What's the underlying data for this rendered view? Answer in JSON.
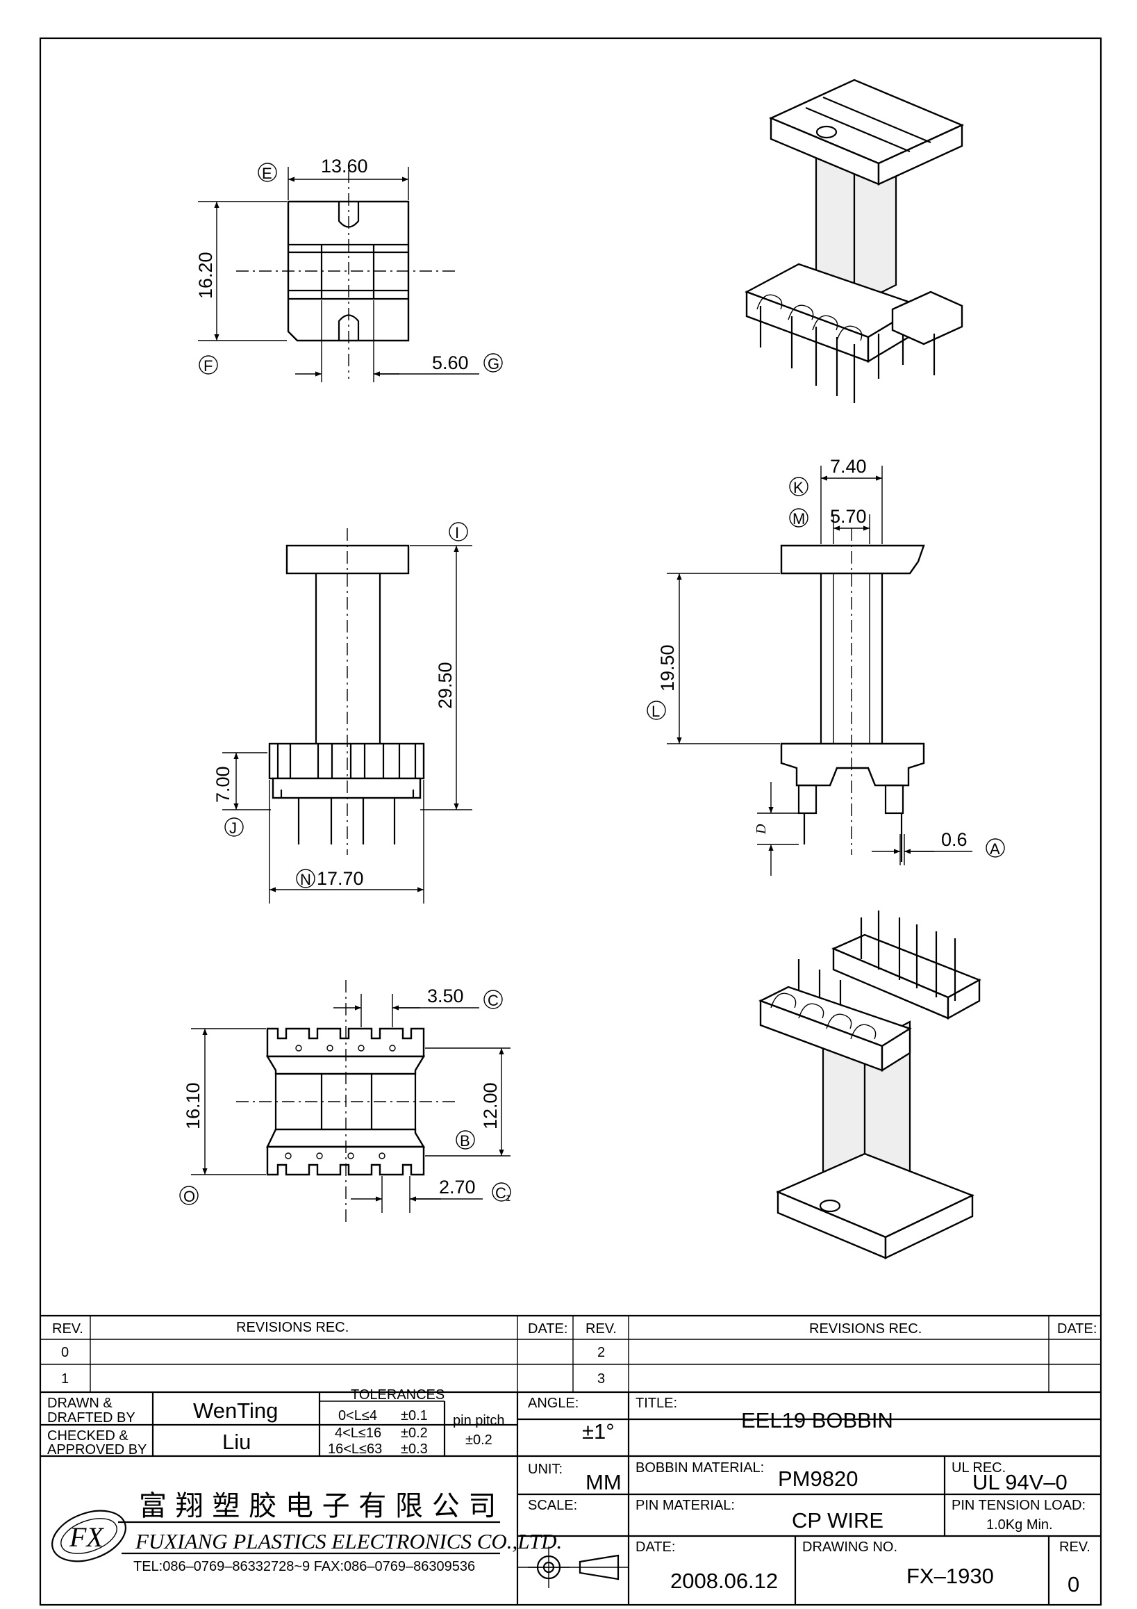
{
  "views": {
    "top": {
      "e_dim": "13.60",
      "f_dim": "16.20",
      "g_dim": "5.60"
    },
    "front": {
      "i_dim": "29.50",
      "j_dim": "7.00",
      "n_dim": "17.70"
    },
    "side": {
      "k_dim": "7.40",
      "m_dim": "5.70",
      "l_dim": "19.50",
      "d_label": "D",
      "a_dim": "0.6"
    },
    "bottom": {
      "c_dim": "3.50",
      "o_dim": "16.10",
      "b_dim": "12.00",
      "c1_dim": "2.70"
    },
    "markers": {
      "A": "A",
      "B": "B",
      "C": "C",
      "C1": "C",
      "C1_sub": "1",
      "E": "E",
      "F": "F",
      "G": "G",
      "I": "I",
      "J": "J",
      "K": "K",
      "L": "L",
      "M": "M",
      "N": "N",
      "O": "O"
    }
  },
  "revisions": {
    "rev_header": "REV.",
    "rec_header": "REVISIONS    REC.",
    "date_header": "DATE:",
    "left_revs": [
      "0",
      "1"
    ],
    "right_revs": [
      "2",
      "3"
    ]
  },
  "titleblock": {
    "drawn_label": "DRAWN  &",
    "drafted_label": "DRAFTED BY",
    "drawn_value": "WenTing",
    "checked_label": "CHECKED  &",
    "approved_label": "APPROVED BY",
    "checked_value": "Liu",
    "tolerances_label": "TOLERANCES",
    "tol_rows": [
      {
        "range": "0<L≤4",
        "value": "±0.1"
      },
      {
        "range": "4<L≤16",
        "value": "±0.2"
      },
      {
        "range": "16<L≤63",
        "value": "±0.3"
      }
    ],
    "pin_pitch_label": "pin pitch",
    "pin_pitch_value": "±0.2",
    "angle_label": "ANGLE:",
    "angle_value": "±1°",
    "unit_label": "UNIT:",
    "unit_value": "MM",
    "scale_label": "SCALE:",
    "title_label": "TITLE:",
    "title_value": "EEL19  BOBBIN",
    "bobbin_material_label": "BOBBIN MATERIAL:",
    "bobbin_material_value": "PM9820",
    "ul_label": "UL REC.",
    "ul_value": "UL  94V–0",
    "pin_material_label": "PIN MATERIAL:",
    "pin_material_value": "CP  WIRE",
    "pin_tension_label": "PIN TENSION  LOAD:",
    "pin_tension_value": "1.0Kg  Min.",
    "date_label": "DATE:",
    "date_value": "2008.06.12",
    "drawing_no_label": "DRAWING NO.",
    "drawing_no_value": "FX–1930",
    "rev_label": "REV.",
    "rev_value": "0",
    "company_cn": "富 翔 塑 胶 电 子 有 限 公 司",
    "company_en": "FUXIANG  PLASTICS  ELECTRONICS  CO.,LTD.",
    "contact": "TEL:086–0769–86332728~9   FAX:086–0769–86309536",
    "logo_text": "FX"
  }
}
